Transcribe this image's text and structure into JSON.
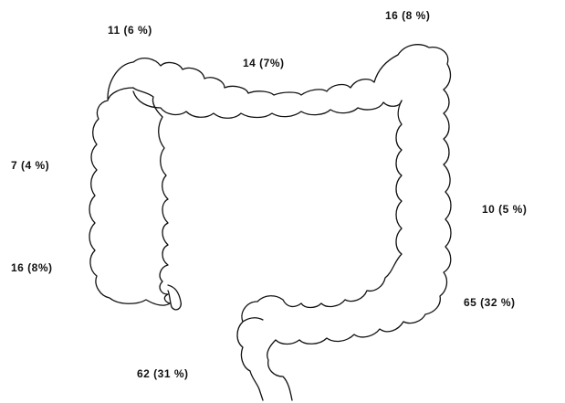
{
  "diagram": {
    "outline_color": "#111111",
    "background_color": "#ffffff",
    "segments": [
      {
        "id": "cecum",
        "label": "16 (8%)"
      },
      {
        "id": "ascending",
        "label": "7 (4 %)"
      },
      {
        "id": "hepatic-flexure",
        "label": "11 (6 %)"
      },
      {
        "id": "transverse",
        "label": "14 (7%)"
      },
      {
        "id": "splenic-flexure",
        "label": "16 (8 %)"
      },
      {
        "id": "descending",
        "label": "10 (5 %)"
      },
      {
        "id": "sigmoid",
        "label": "65 (32 %)"
      },
      {
        "id": "rectum",
        "label": "62 (31 %)"
      }
    ]
  }
}
